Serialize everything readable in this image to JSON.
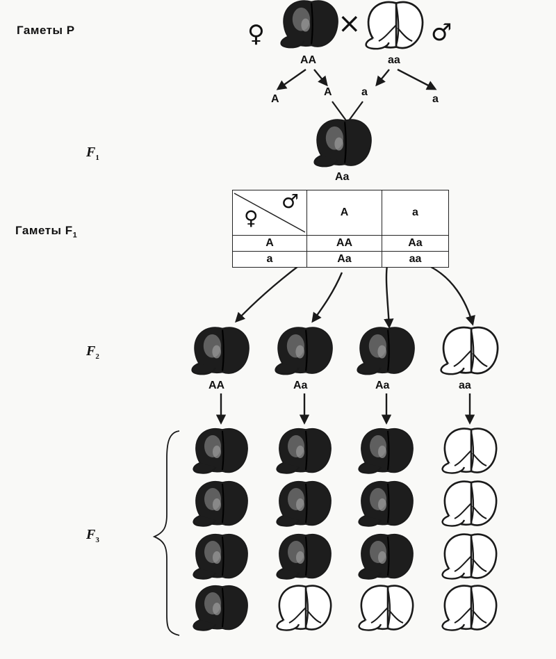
{
  "labels": {
    "gametes_p": "Гаметы P",
    "f1": "F",
    "f1_sub": "1",
    "gametes_f1": "Гаметы F",
    "gametes_f1_sub": "1",
    "f2": "F",
    "f2_sub": "2",
    "f3": "F",
    "f3_sub": "3"
  },
  "symbols": {
    "female": "♀",
    "male": "♂",
    "cross": "×"
  },
  "parents": {
    "female_genotype": "AA",
    "male_genotype": "aa",
    "gametes": [
      "A",
      "A",
      "a",
      "a"
    ]
  },
  "f1": {
    "genotype": "Aa"
  },
  "punnett": {
    "column_gametes": [
      "A",
      "a"
    ],
    "rows": [
      {
        "gamete": "A",
        "cells": [
          "AA",
          "Aa"
        ]
      },
      {
        "gamete": "a",
        "cells": [
          "Aa",
          "aa"
        ]
      }
    ]
  },
  "f2": {
    "genotypes": [
      "AA",
      "Aa",
      "Aa",
      "aa"
    ]
  },
  "f3": {
    "columns": [
      [
        "dark",
        "dark",
        "dark",
        "dark"
      ],
      [
        "dark",
        "dark",
        "dark",
        "light"
      ],
      [
        "dark",
        "dark",
        "dark",
        "light"
      ],
      [
        "light",
        "light",
        "light",
        "light"
      ]
    ]
  },
  "colors": {
    "dark": "#1d1d1d",
    "light": "#ffffff",
    "line": "#1a1a1a"
  }
}
